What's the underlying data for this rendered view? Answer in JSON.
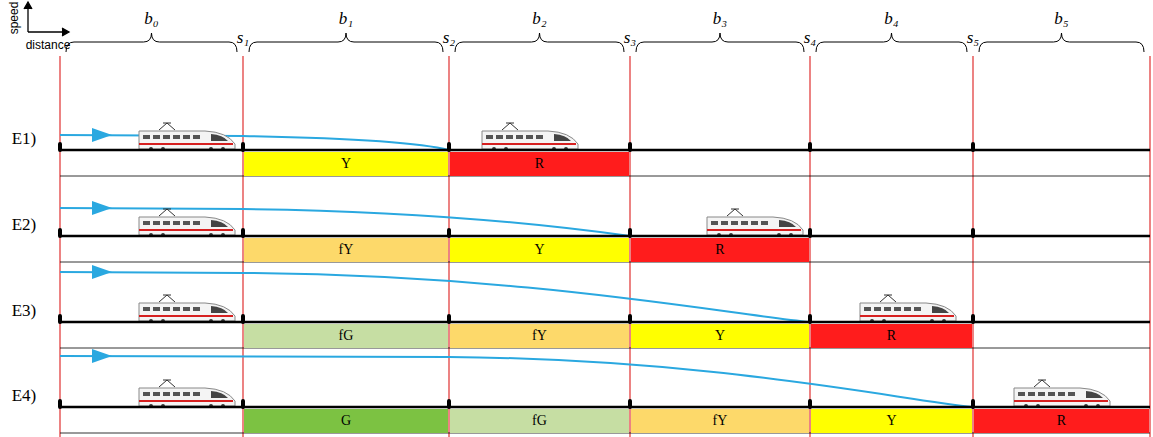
{
  "diagram": {
    "nodes": [
      {
        "text": [
          "Y"
        ]
      },
      {
        "text": [
          "R"
        ]
      },
      {
        "text": [
          "fY"
        ]
      },
      {
        "text": [
          "Y"
        ]
      },
      {
        "text": [
          "R"
        ]
      },
      {
        "text": [
          "fG"
        ]
      },
      {
        "text": [
          "fY"
        ]
      },
      {
        "text": [
          "Y"
        ]
      },
      {
        "text": [
          "R"
        ]
      },
      {
        "text": [
          "G"
        ]
      },
      {
        "text": [
          "fG"
        ]
      },
      {
        "text": [
          "fY"
        ]
      },
      {
        "text": [
          "Y"
        ]
      },
      {
        "text": [
          "R"
        ]
      }
    ],
    "labels": [
      "speed",
      "distance",
      "b₀",
      "b₁",
      "b₂",
      "b₃",
      "b₄",
      "b₅",
      "s₁",
      "s₂",
      "s₃",
      "s₄",
      "s₅",
      "E1)",
      "E2)",
      "E3)",
      "E4)"
    ]
  }
}
